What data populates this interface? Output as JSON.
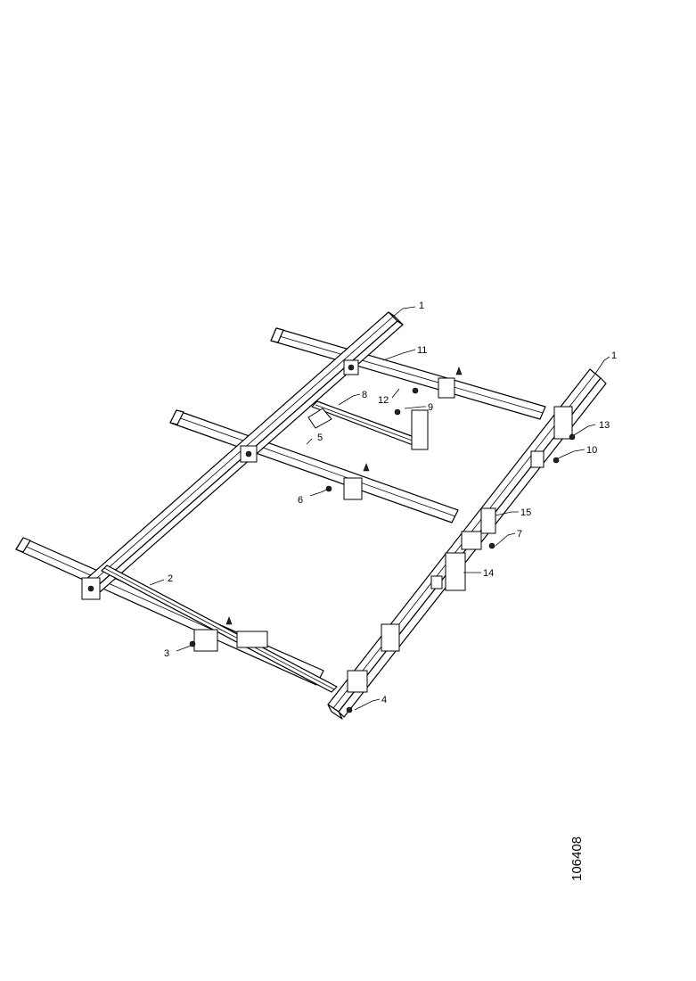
{
  "labels": {
    "1a": "1",
    "1b": "1",
    "2": "2",
    "3": "3",
    "4": "4",
    "5": "5",
    "6": "6",
    "7": "7",
    "8": "8",
    "9": "9",
    "10": "10",
    "11": "11",
    "12": "12",
    "13": "13",
    "14": "14",
    "15": "15"
  },
  "figure_ref": "106408"
}
